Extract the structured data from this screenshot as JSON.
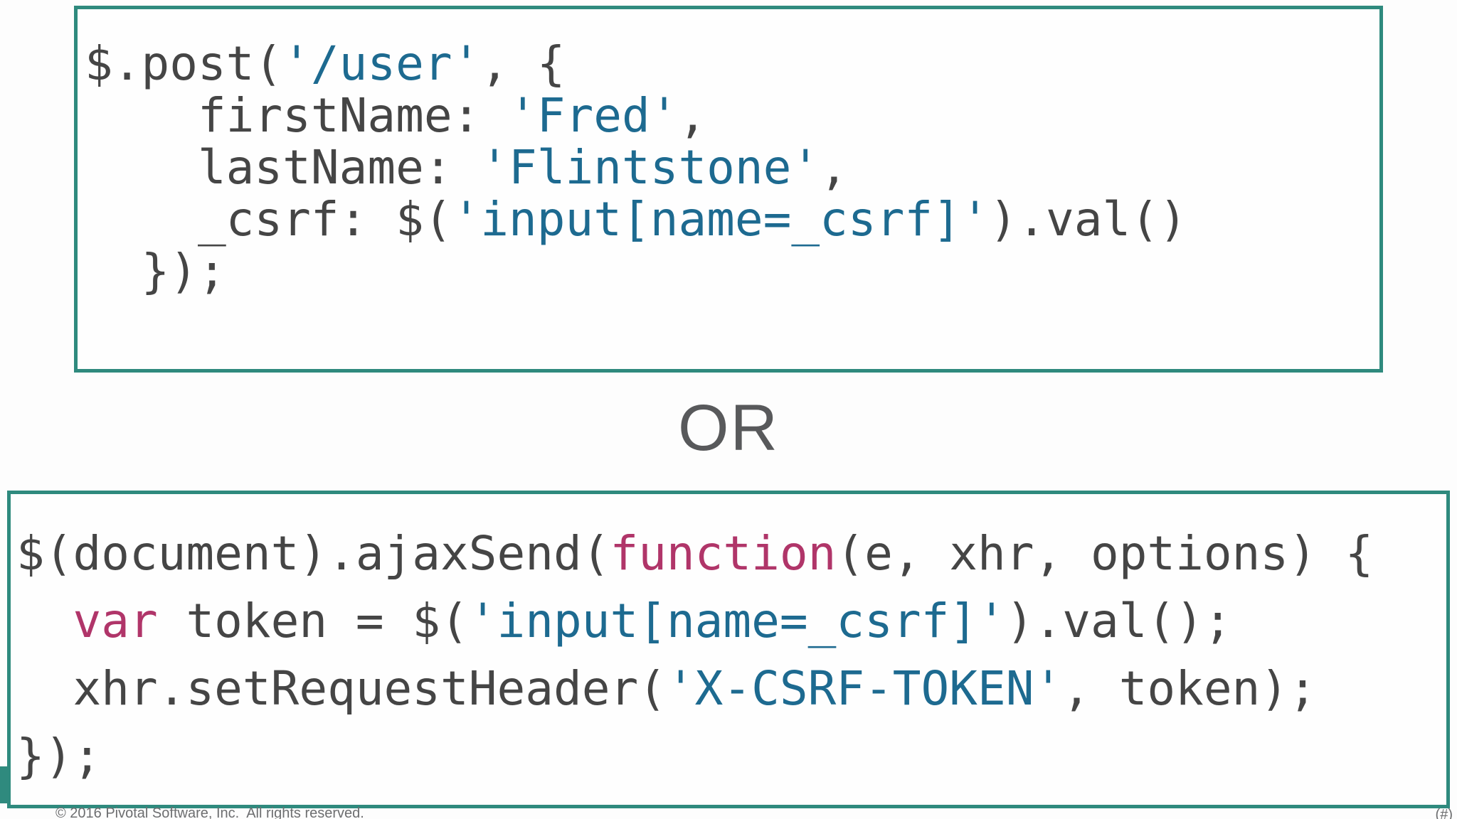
{
  "slide": {
    "or_label": "OR",
    "footer": {
      "copyright": "© 2016 Pivotal Software, Inc.  All rights reserved.",
      "page_number": "(#)"
    },
    "colors": {
      "background": "#fdfdfd",
      "accent_teal": "#2f8a7e",
      "code_default": "#454545",
      "code_string": "#1d6a90",
      "code_keyword": "#b03569",
      "or_text": "#58595b",
      "footer_text": "#6d6e70"
    },
    "code_blocks": [
      {
        "name": "jquery-post-with-csrf-param",
        "lines": [
          [
            {
              "t": "$.post(",
              "c": "code"
            },
            {
              "t": "'/user'",
              "c": "string"
            },
            {
              "t": ", {",
              "c": "code"
            }
          ],
          [
            {
              "t": "    firstName: ",
              "c": "code"
            },
            {
              "t": "'Fred'",
              "c": "string"
            },
            {
              "t": ",",
              "c": "code"
            }
          ],
          [
            {
              "t": "    lastName: ",
              "c": "code"
            },
            {
              "t": "'Flintstone'",
              "c": "string"
            },
            {
              "t": ",",
              "c": "code"
            }
          ],
          [
            {
              "t": "    _csrf: $(",
              "c": "code"
            },
            {
              "t": "'input[name=_csrf]'",
              "c": "string"
            },
            {
              "t": ").val()",
              "c": "code"
            }
          ],
          [
            {
              "t": "  });",
              "c": "code"
            }
          ]
        ]
      },
      {
        "name": "jquery-ajaxsend-csrf-header",
        "lines": [
          [
            {
              "t": "$(document).ajaxSend(",
              "c": "code"
            },
            {
              "t": "function",
              "c": "keyword"
            },
            {
              "t": "(e, xhr, options) {",
              "c": "code"
            }
          ],
          [
            {
              "t": "  ",
              "c": "code"
            },
            {
              "t": "var",
              "c": "keyword"
            },
            {
              "t": " token = $(",
              "c": "code"
            },
            {
              "t": "'input[name=_csrf]'",
              "c": "string"
            },
            {
              "t": ").val();",
              "c": "code"
            }
          ],
          [
            {
              "t": "  xhr.setRequestHeader(",
              "c": "code"
            },
            {
              "t": "'X-CSRF-TOKEN'",
              "c": "string"
            },
            {
              "t": ", token);",
              "c": "code"
            }
          ],
          [
            {
              "t": "});",
              "c": "code"
            }
          ]
        ]
      }
    ]
  }
}
